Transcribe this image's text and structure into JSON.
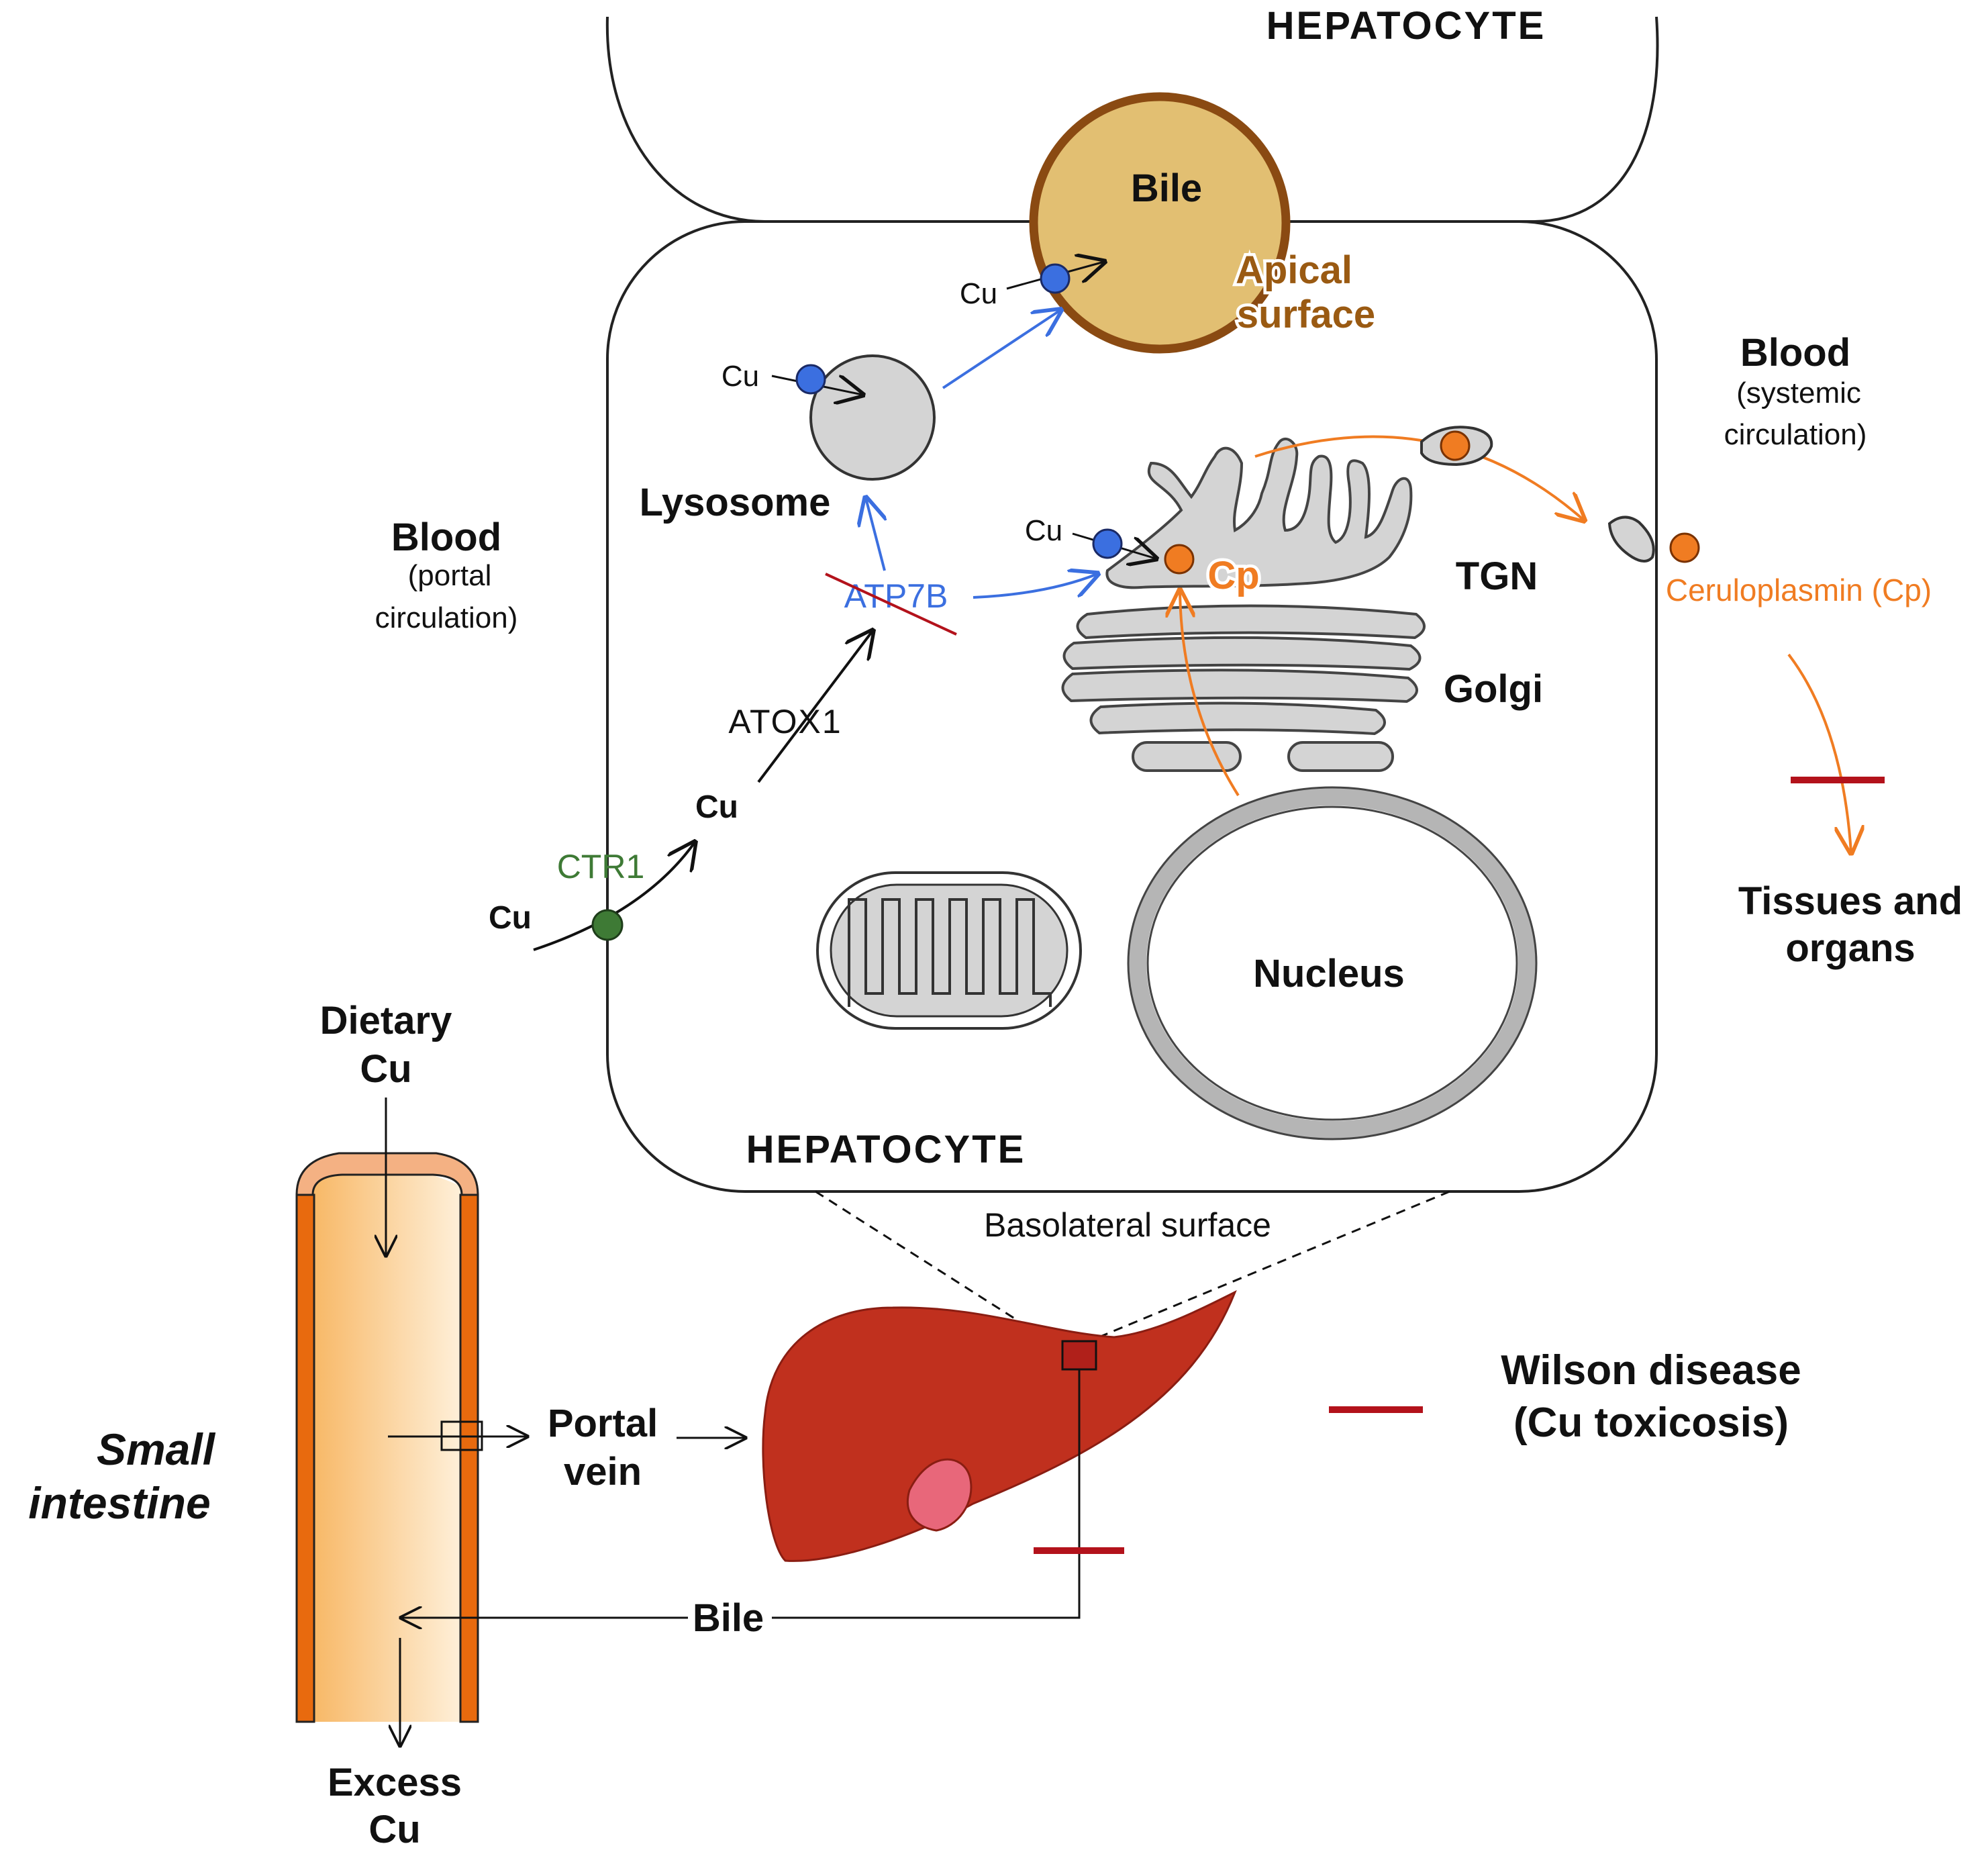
{
  "labels": {
    "hepatocyte_top": "HEPATOCYTE",
    "hepatocyte_main": "HEPATOCYTE",
    "bile_canaliculus": "Bile",
    "apical_line1": "Apical",
    "apical_line2": "surface",
    "cu_bile": "Cu",
    "cu_lysosome": "Cu",
    "cu_tgn": "Cu",
    "cu_mid": "Cu",
    "cu_blood": "Cu",
    "lysosome": "Lysosome",
    "atp7b": "ATP7B",
    "atox1": "ATOX1",
    "ctr1": "CTR1",
    "cp_inside": "Cp",
    "tgn": "TGN",
    "golgi": "Golgi",
    "nucleus": "Nucleus",
    "blood_portal_title": "Blood",
    "blood_portal_sub1": "(portal",
    "blood_portal_sub2": "circulation)",
    "blood_systemic_title": "Blood",
    "blood_systemic_sub1": "(systemic",
    "blood_systemic_sub2": "circulation)",
    "ceruloplasmin": "Ceruloplasmin (Cp)",
    "tissues_line1": "Tissues and",
    "tissues_line2": "organs",
    "basolateral": "Basolateral surface",
    "dietary_line1": "Dietary",
    "dietary_line2": "Cu",
    "small_intestine_line1": "Small",
    "small_intestine_line2": "intestine",
    "portal_line1": "Portal",
    "portal_line2": "vein",
    "bile_flow": "Bile",
    "excess_line1": "Excess",
    "excess_line2": "Cu",
    "legend_line1": "Wilson disease",
    "legend_line2": "(Cu toxicosis)"
  },
  "colors": {
    "atp7b_blue": "#3b6fe0",
    "ceruloplasmin_orange": "#f07c22",
    "ctr1_green": "#3e7a35",
    "block_red": "#b3121b",
    "liver_red": "#c0301e",
    "bile_brown": "#8a4a12",
    "apical_text": "#9a5a12",
    "organelle_gray": "#d4d4d4"
  }
}
